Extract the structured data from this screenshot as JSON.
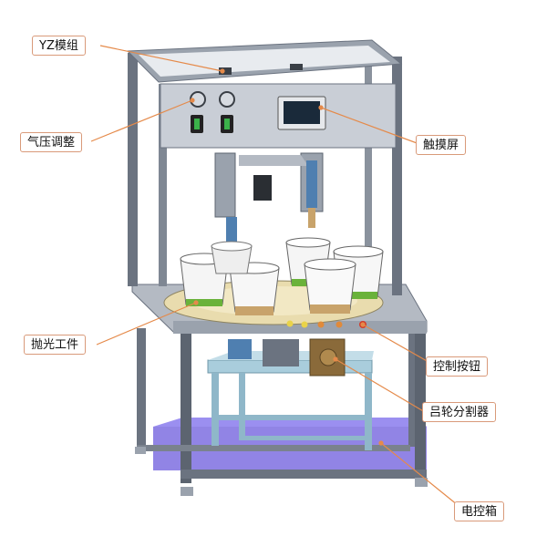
{
  "labels": {
    "yz_module": "YZ模组",
    "air_pressure": "气压调整",
    "touchscreen": "触摸屏",
    "polishing_workpiece": "抛光工件",
    "control_buttons": "控制按钮",
    "cam_divider": "吕轮分割器",
    "control_box": "电控箱"
  },
  "colors": {
    "leader_line": "#e58a4a",
    "callout_border": "#d99a7a",
    "frame": "#6b7380",
    "frame_light": "#9aa2ad",
    "panel": "#c9ced6",
    "turntable": "#e9dcae",
    "cup_band": "#6ab23a",
    "cup_base": "#c8a36b",
    "base_floor": "#7e6fe0",
    "stand": "#8fb7c9",
    "divider": "#8a6a3a",
    "screen": "#1a2a3a",
    "button_green": "#3bb14a"
  }
}
